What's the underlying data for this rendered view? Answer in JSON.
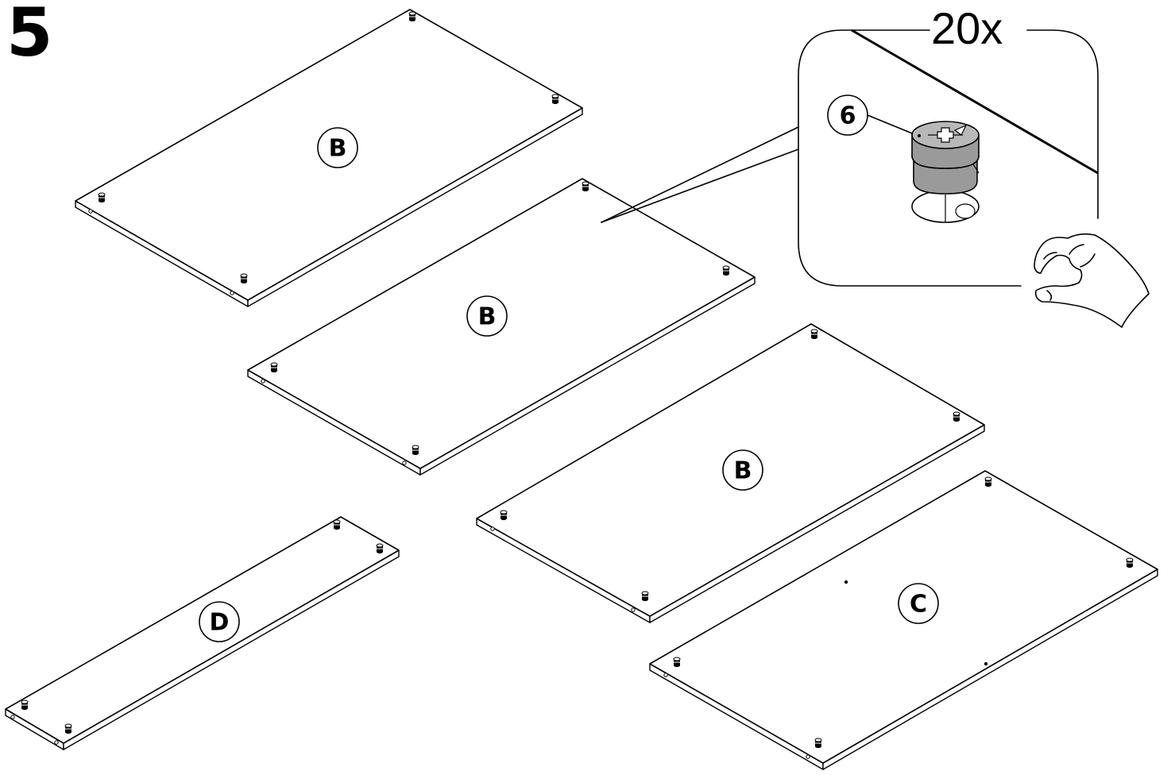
{
  "step_number": "5",
  "quantity": "20x",
  "hardware_part": "6",
  "panels": [
    {
      "label": "B"
    },
    {
      "label": "B"
    },
    {
      "label": "B"
    },
    {
      "label": "C"
    },
    {
      "label": "D"
    }
  ],
  "icons": {
    "hardware": "cam-lock-fitting-icon",
    "hand": "hand-holding-icon",
    "cam_peg": "cam-peg-icon"
  }
}
